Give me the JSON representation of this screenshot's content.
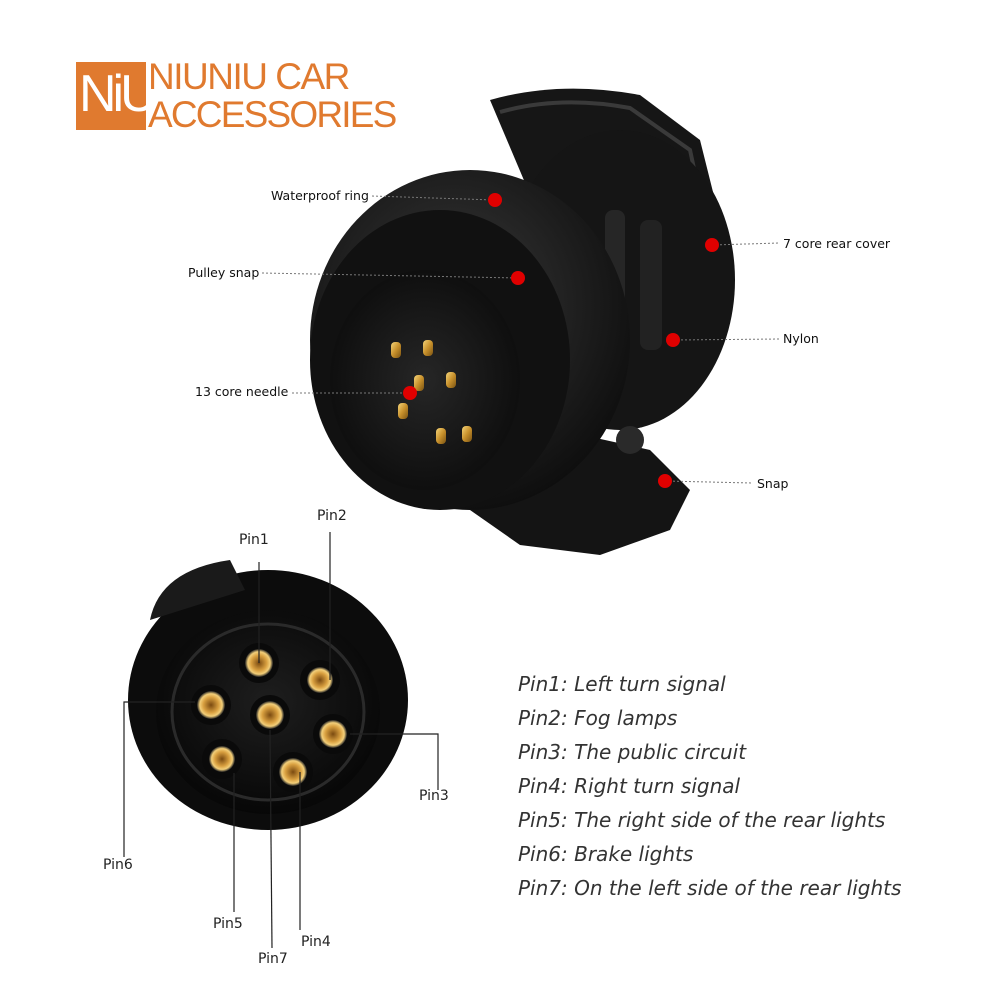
{
  "logo": {
    "monogram": "NiU",
    "line1": "NIUNIU CAR",
    "line2": "ACCESSORIES",
    "brand_color": "#e07a2f"
  },
  "callouts": {
    "waterproof_ring": "Waterproof ring",
    "pulley_snap": "Pulley snap",
    "core_needle": "13 core needle",
    "rear_cover": "7 core rear cover",
    "nylon": "Nylon",
    "snap": "Snap",
    "dot_color": "#e00000"
  },
  "pins": {
    "pin1": "Pin1",
    "pin2": "Pin2",
    "pin3": "Pin3",
    "pin4": "Pin4",
    "pin5": "Pin5",
    "pin6": "Pin6",
    "pin7": "Pin7"
  },
  "legend": [
    "Pin1: Left turn signal",
    "Pin2: Fog lamps",
    "Pin3: The public circuit",
    "Pin4: Right turn signal",
    "Pin5: The right side of the rear lights",
    "Pin6: Brake lights",
    "Pin7: On the left side of the rear lights"
  ]
}
